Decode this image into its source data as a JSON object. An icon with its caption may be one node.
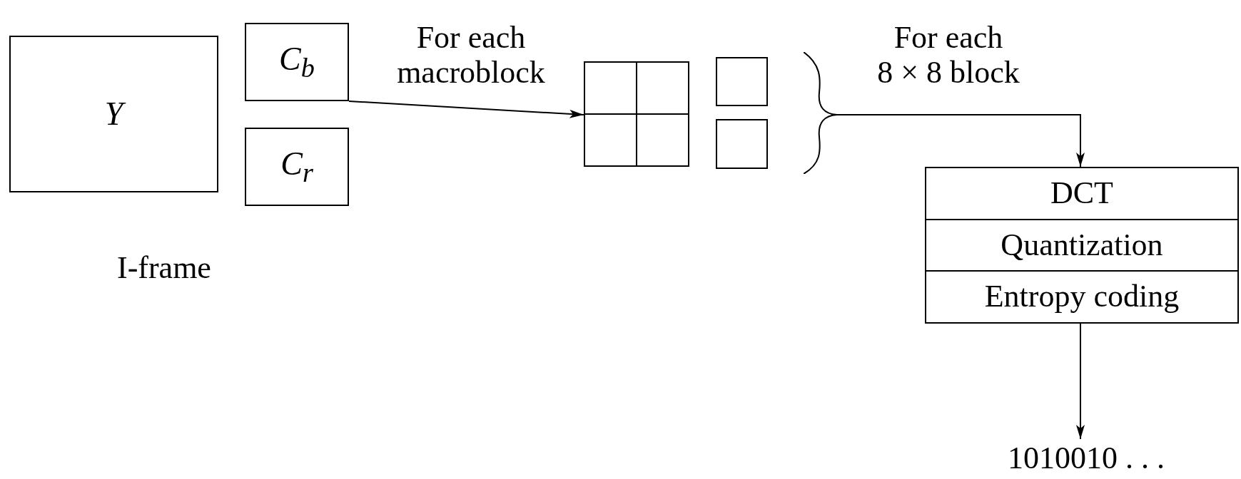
{
  "diagram": {
    "nodes": [
      {
        "text": [
          "Y"
        ]
      },
      {
        "text": [
          "C$_{b}$"
        ]
      },
      {
        "text": [
          "C$_{r}$"
        ]
      },
      {
        "text": [],
        "shape": "box"
      },
      {
        "text": [],
        "shape": "box"
      },
      {
        "text": [],
        "shape": "box"
      },
      {
        "text": [],
        "shape": "bracket"
      },
      {
        "text": [
          "DCT",
          "Quantization",
          "Entropy coding"
        ]
      },
      {
        "text": [
          "1010010 . . ."
        ]
      }
    ],
    "edges": [
      {
        "from": 1,
        "to": 3,
        "arrow": "to",
        "label": "For each macroblock"
      },
      {
        "from": 6,
        "to": 7,
        "arrow": "to",
        "label": "For each 8 × 8 block"
      },
      {
        "from": 7,
        "to": 8,
        "arrow": "to"
      }
    ],
    "labels": [
      "I-frame"
    ]
  }
}
